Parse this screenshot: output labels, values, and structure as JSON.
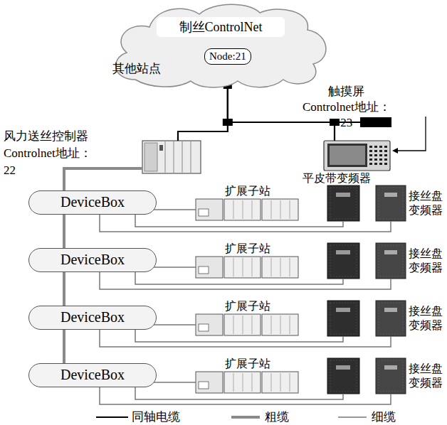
{
  "diagram": {
    "nodes": [
      {
        "text": [
          "制丝ControlNet"
        ]
      },
      {
        "text": [
          "Node:21"
        ],
        "in": 0
      },
      {
        "text": [
          "触摸屏 Controlnet地址：23"
        ]
      },
      {
        "text": [
          "风力送丝控制器 Controlnet地址：22"
        ]
      },
      {
        "text": [
          "DeviceBox"
        ]
      },
      {
        "text": [
          "扩展子站"
        ]
      },
      {
        "text": [
          "接丝盘 变频器"
        ]
      },
      {
        "text": [
          "DeviceBox"
        ]
      },
      {
        "text": [
          "扩展子站"
        ]
      },
      {
        "text": [
          "接丝盘 变频器"
        ]
      },
      {
        "text": [
          "DeviceBox"
        ]
      },
      {
        "text": [
          "扩展子站"
        ]
      },
      {
        "text": [
          "接丝盘 变频器"
        ]
      },
      {
        "text": [
          "DeviceBox"
        ]
      },
      {
        "text": [
          "扩展子站"
        ]
      },
      {
        "text": [
          "接丝盘 变频器"
        ]
      }
    ],
    "edges": [
      {
        "from": 1,
        "to": 3,
        "arrow": "none"
      },
      {
        "from": 1,
        "to": 2,
        "arrow": "none"
      },
      {
        "from": 3,
        "to": 4,
        "arrow": "none"
      },
      {
        "from": 4,
        "to": 5,
        "arrow": "none"
      },
      {
        "from": 4,
        "to": 6,
        "arrow": "none"
      },
      {
        "from": 4,
        "to": 7,
        "arrow": "none"
      },
      {
        "from": 7,
        "to": 8,
        "arrow": "none"
      },
      {
        "from": 7,
        "to": 9,
        "arrow": "none"
      },
      {
        "from": 7,
        "to": 10,
        "arrow": "none"
      },
      {
        "from": 10,
        "to": 11,
        "arrow": "none"
      },
      {
        "from": 10,
        "to": 12,
        "arrow": "none"
      },
      {
        "from": 10,
        "to": 13,
        "arrow": "none"
      },
      {
        "from": 13,
        "to": 14,
        "arrow": "none"
      },
      {
        "from": 13,
        "to": 15,
        "arrow": "none"
      }
    ],
    "labels": [
      "其他站点",
      "平皮带变频器"
    ],
    "legend": [
      {
        "text": "同轴电缆"
      },
      {
        "text": "粗缆"
      },
      {
        "text": "细缆"
      }
    ]
  }
}
